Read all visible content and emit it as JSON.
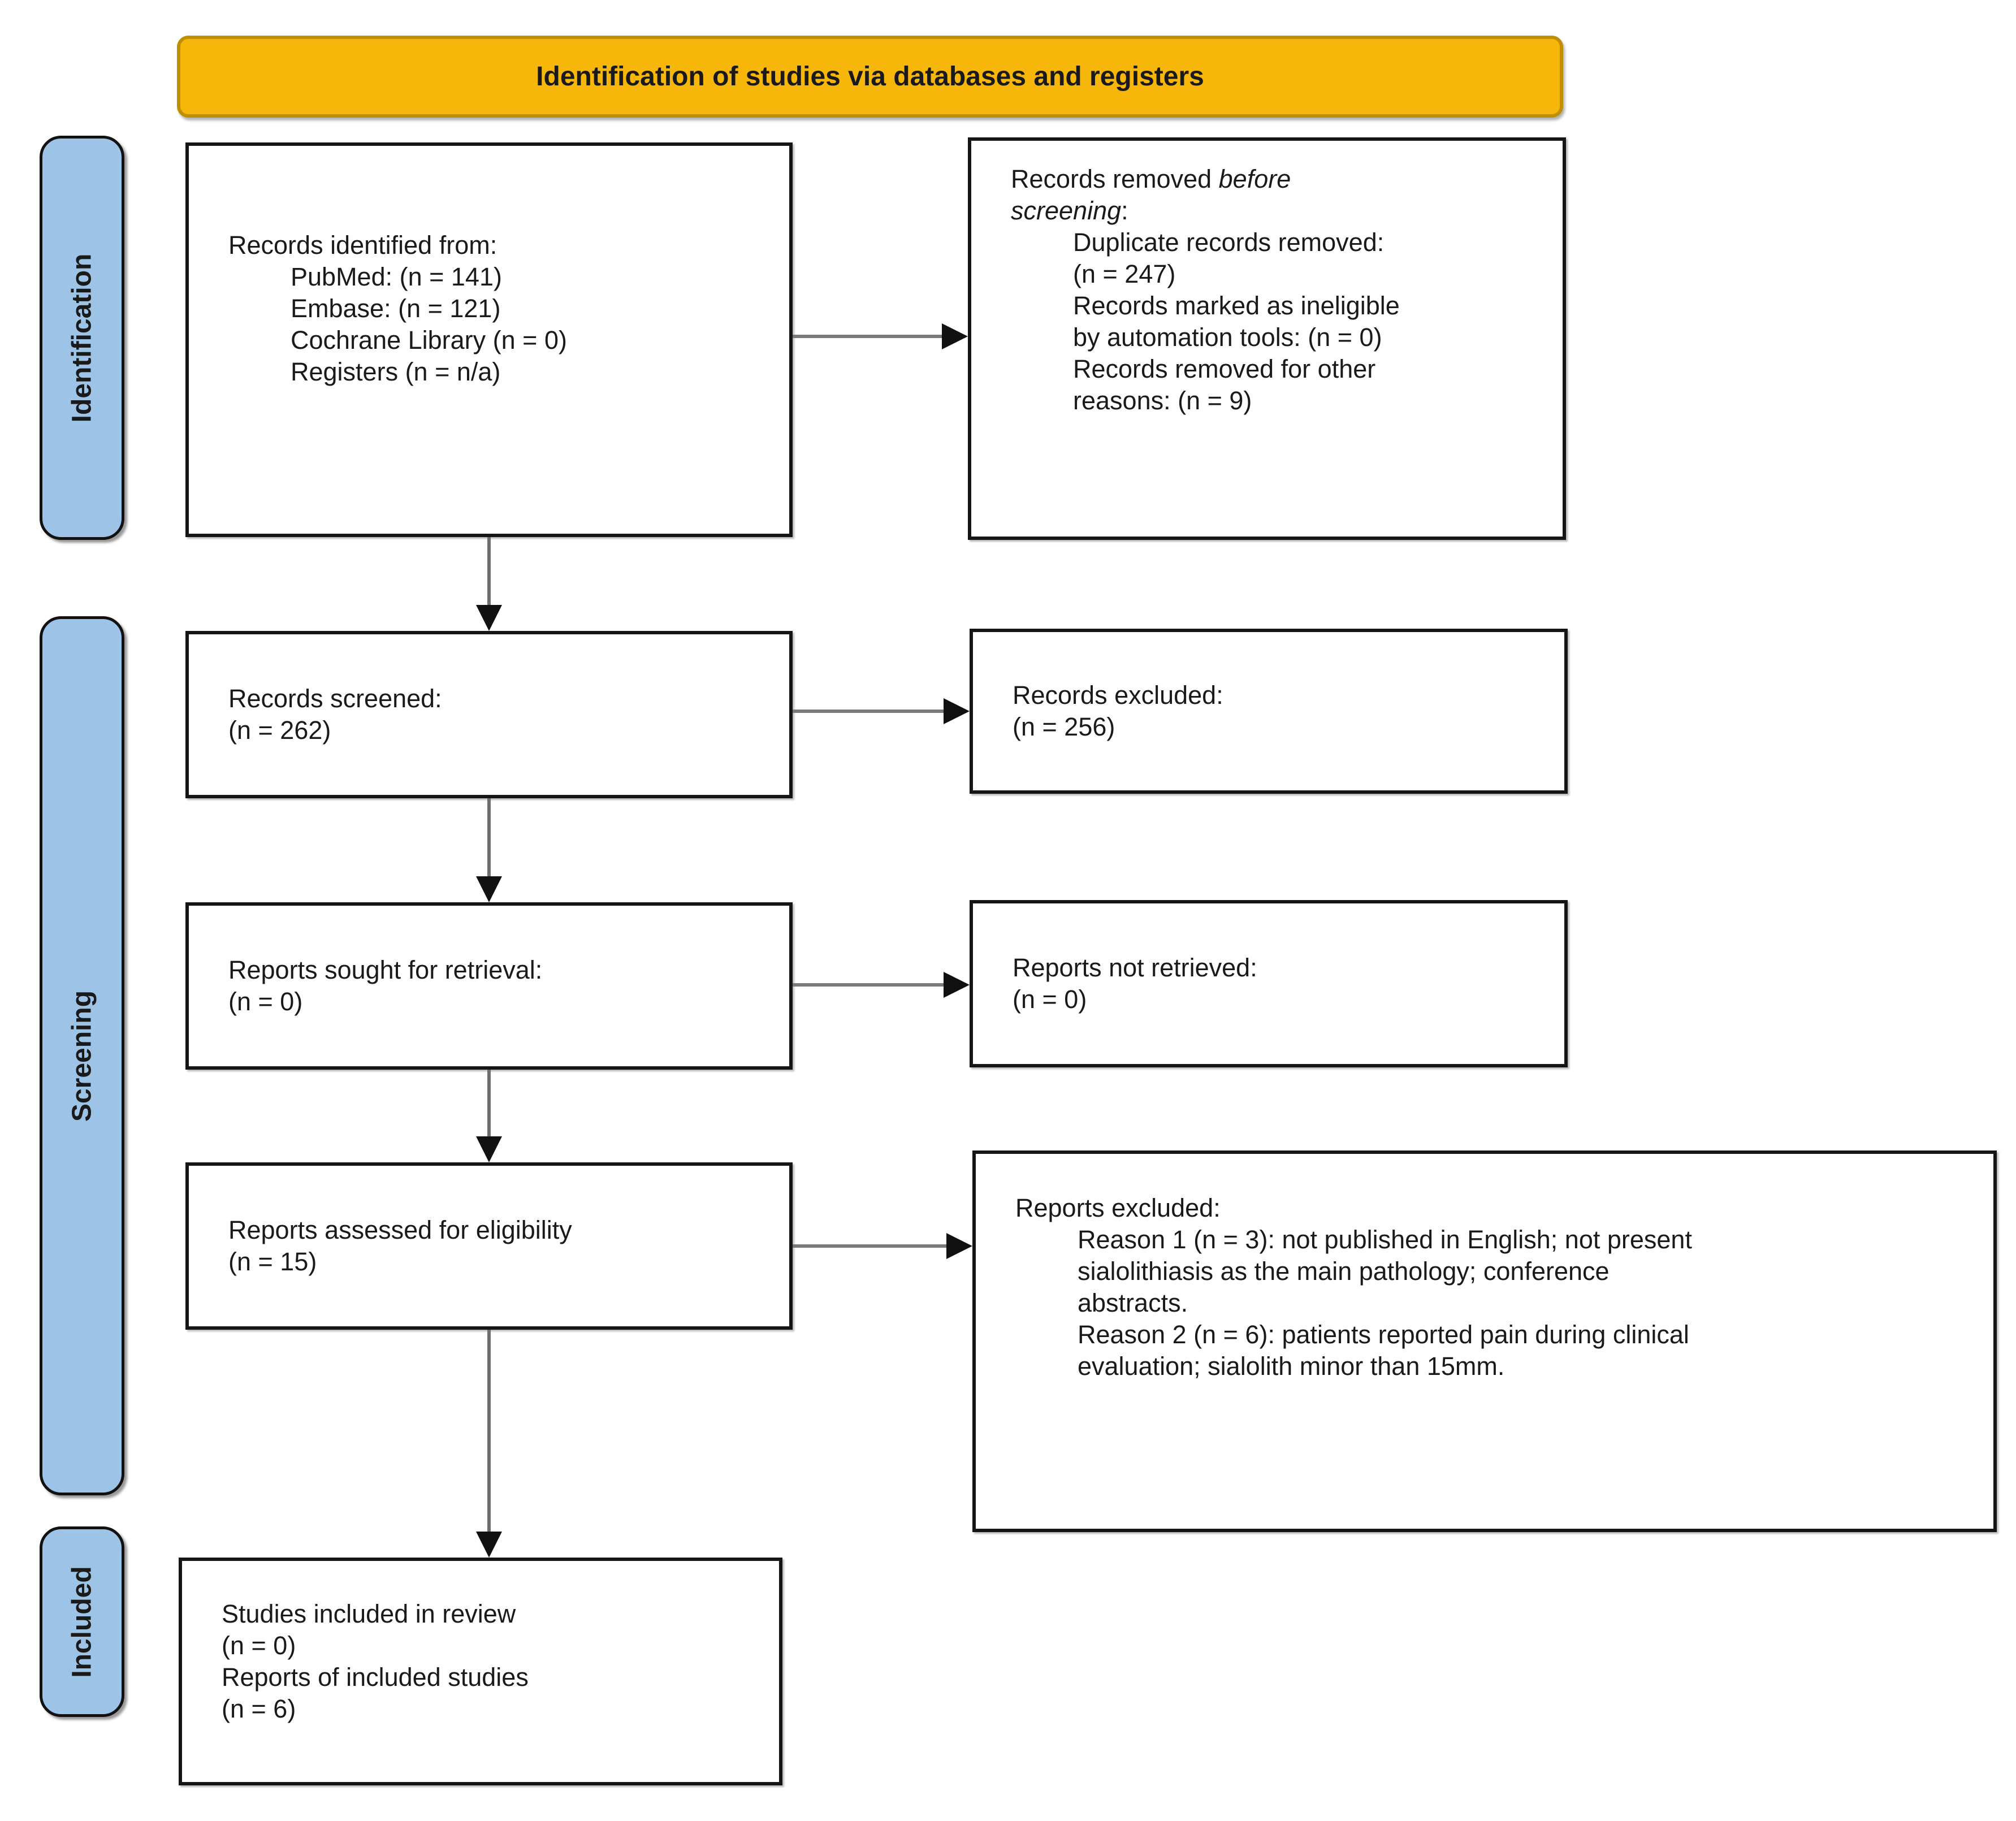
{
  "banner": {
    "label": "Identification of studies via databases and registers",
    "bg_color": "#f6b70a",
    "border_color": "#bf8f00"
  },
  "stages": [
    {
      "id": "identification",
      "label": "Identification"
    },
    {
      "id": "screening",
      "label": "Screening"
    },
    {
      "id": "included",
      "label": "Included"
    }
  ],
  "colors": {
    "stage_fill": "#9dc3e6",
    "box_border": "#151515",
    "arrow_line": "#7a7a7a",
    "arrow_head": "#111111"
  },
  "boxes": [
    {
      "id": "records-identified",
      "lines": [
        {
          "indent": 0,
          "segs": [
            {
              "t": "Records identified from:"
            }
          ]
        },
        {
          "indent": 1,
          "segs": [
            {
              "t": "PubMed: (n = 141)"
            }
          ]
        },
        {
          "indent": 1,
          "segs": [
            {
              "t": "Embase: (n = 121)"
            }
          ]
        },
        {
          "indent": 1,
          "segs": [
            {
              "t": "Cochrane Library (n = 0)"
            }
          ]
        },
        {
          "indent": 1,
          "segs": [
            {
              "t": "Registers (n = n/a)"
            }
          ]
        }
      ]
    },
    {
      "id": "records-removed",
      "lines": [
        {
          "indent": 0,
          "segs": [
            {
              "t": "Records removed "
            },
            {
              "t": "before",
              "i": true
            }
          ]
        },
        {
          "indent": 0,
          "segs": [
            {
              "t": "screening",
              "i": true
            },
            {
              "t": ":"
            }
          ]
        },
        {
          "indent": 1,
          "segs": [
            {
              "t": "Duplicate records removed:"
            }
          ]
        },
        {
          "indent": 1,
          "segs": [
            {
              "t": "(n = 247)"
            }
          ]
        },
        {
          "indent": 1,
          "segs": [
            {
              "t": "Records marked as ineligible"
            }
          ]
        },
        {
          "indent": 1,
          "segs": [
            {
              "t": "by automation tools: (n = 0)"
            }
          ]
        },
        {
          "indent": 1,
          "segs": [
            {
              "t": "Records removed for other"
            }
          ]
        },
        {
          "indent": 1,
          "segs": [
            {
              "t": "reasons: (n = 9)"
            }
          ]
        }
      ]
    },
    {
      "id": "records-screened",
      "lines": [
        {
          "indent": 0,
          "segs": [
            {
              "t": "Records screened:"
            }
          ]
        },
        {
          "indent": 0,
          "segs": [
            {
              "t": "(n = 262)"
            }
          ]
        }
      ]
    },
    {
      "id": "records-excluded",
      "lines": [
        {
          "indent": 0,
          "segs": [
            {
              "t": "Records excluded:"
            }
          ]
        },
        {
          "indent": 0,
          "segs": [
            {
              "t": "(n = 256)"
            }
          ]
        }
      ]
    },
    {
      "id": "reports-sought",
      "lines": [
        {
          "indent": 0,
          "segs": [
            {
              "t": "Reports sought for retrieval:"
            }
          ]
        },
        {
          "indent": 0,
          "segs": [
            {
              "t": "(n = 0)"
            }
          ]
        }
      ]
    },
    {
      "id": "reports-not-retrieved",
      "lines": [
        {
          "indent": 0,
          "segs": [
            {
              "t": "Reports not retrieved:"
            }
          ]
        },
        {
          "indent": 0,
          "segs": [
            {
              "t": "(n = 0)"
            }
          ]
        }
      ]
    },
    {
      "id": "reports-assessed",
      "lines": [
        {
          "indent": 0,
          "segs": [
            {
              "t": "Reports assessed for eligibility"
            }
          ]
        },
        {
          "indent": 0,
          "segs": [
            {
              "t": "(n = 15)"
            }
          ]
        }
      ]
    },
    {
      "id": "reports-excluded",
      "lines": [
        {
          "indent": 0,
          "segs": [
            {
              "t": "Reports excluded:"
            }
          ]
        },
        {
          "indent": 1,
          "segs": [
            {
              "t": "Reason 1 (n = 3): not published in English; not present"
            }
          ]
        },
        {
          "indent": 1,
          "segs": [
            {
              "t": "sialolithiasis as the main pathology; conference"
            }
          ]
        },
        {
          "indent": 1,
          "segs": [
            {
              "t": "abstracts."
            }
          ]
        },
        {
          "indent": 1,
          "segs": [
            {
              "t": "Reason 2 (n = 6): patients reported pain during clinical"
            }
          ]
        },
        {
          "indent": 1,
          "segs": [
            {
              "t": "evaluation; sialolith minor than 15mm."
            }
          ]
        }
      ]
    },
    {
      "id": "studies-included",
      "lines": [
        {
          "indent": 0,
          "segs": [
            {
              "t": "Studies included in review"
            }
          ]
        },
        {
          "indent": 0,
          "segs": [
            {
              "t": "(n = 0)"
            }
          ]
        },
        {
          "indent": 0,
          "segs": [
            {
              "t": "Reports of included studies"
            }
          ]
        },
        {
          "indent": 0,
          "segs": [
            {
              "t": "(n = 6)"
            }
          ]
        }
      ]
    }
  ]
}
